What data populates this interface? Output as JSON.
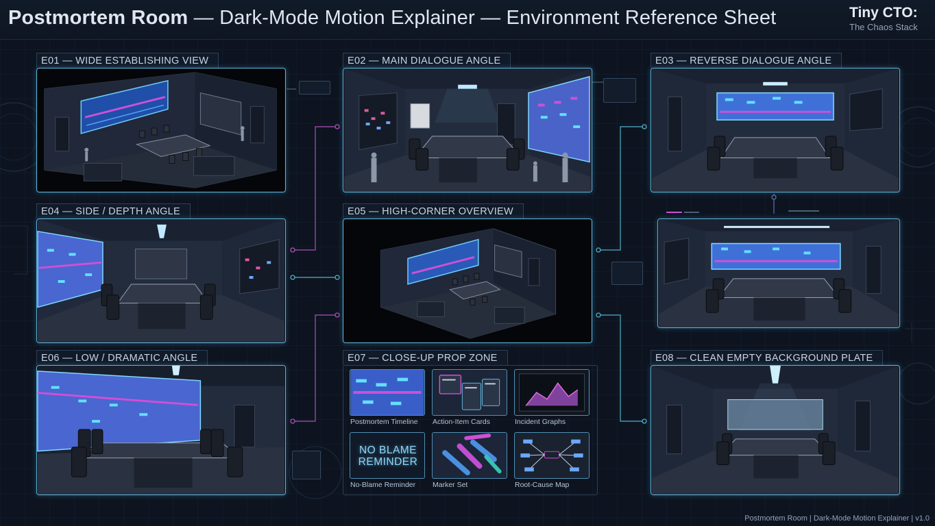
{
  "header": {
    "title_bold": "Postmortem Room",
    "title_rest": " — Dark-Mode Motion Explainer — Environment Reference Sheet",
    "brand_title": "Tiny CTO:",
    "brand_subtitle": "The Chaos Stack"
  },
  "panels": {
    "e01": {
      "label": "E01 — WIDE ESTABLISHING VIEW"
    },
    "e02": {
      "label": "E02 — MAIN DIALOGUE ANGLE"
    },
    "e03": {
      "label": "E03 — REVERSE DIALOGUE ANGLE"
    },
    "e04": {
      "label": "E04 — SIDE / DEPTH ANGLE"
    },
    "e05": {
      "label": "E05 — HIGH-CORNER OVERVIEW"
    },
    "e06": {
      "label": "E06 — LOW / DRAMATIC ANGLE"
    },
    "e07": {
      "label": "E07 — CLOSE-UP PROP ZONE"
    },
    "e08": {
      "label": "E08 — CLEAN EMPTY BACKGROUND PLATE"
    }
  },
  "props": [
    {
      "caption": "Postmortem Timeline",
      "icon": "timeline-icon"
    },
    {
      "caption": "Action-Item Cards",
      "icon": "cards-icon"
    },
    {
      "caption": "Incident Graphs",
      "icon": "graph-icon"
    },
    {
      "caption": "No-Blame Reminder",
      "icon": "reminder-sign-icon",
      "sign_line1": "NO BLAME",
      "sign_line2": "REMINDER"
    },
    {
      "caption": "Marker Set",
      "icon": "marker-icon"
    },
    {
      "caption": "Root-Cause Map",
      "icon": "mind-map-icon"
    }
  ],
  "footer": {
    "text": "Postmortem Room | Dark-Mode Motion Explainer | v1.0"
  },
  "colors": {
    "accent_cyan": "#5fb3d8",
    "accent_magenta": "#d04fd6",
    "screen_blue": "#4a7bd8",
    "background": "#0d1420"
  }
}
